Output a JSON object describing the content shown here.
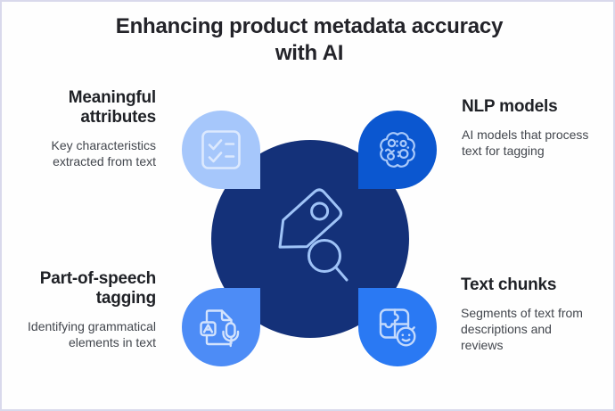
{
  "title": {
    "full": "Enhancing product metadata accuracy with AI",
    "line1": "Enhancing product metadata accuracy",
    "line2": "with AI"
  },
  "center": {
    "icon": "tag-search-icon",
    "background": "#143179"
  },
  "items": [
    {
      "position": "top-left",
      "heading": "Meaningful attributes",
      "description": "Key characteristics extracted from text",
      "icon": "checklist-icon",
      "shape_color": "#a6c7fb",
      "icon_stroke": "#dce9fe"
    },
    {
      "position": "top-right",
      "heading": "NLP models",
      "description": "AI models that process text for tagging",
      "icon": "neural-network-icon",
      "shape_color": "#0b57d0",
      "icon_stroke": "#a9c9fa"
    },
    {
      "position": "bottom-left",
      "heading": "Part-of-speech tagging",
      "description": "Identifying grammatical elements in text",
      "icon": "document-voice-icon",
      "shape_color": "#4d8cf6",
      "icon_stroke": "#d3e3fd"
    },
    {
      "position": "bottom-right",
      "heading": "Text chunks",
      "description": "Segments of text from descriptions and reviews",
      "icon": "puzzle-smiley-icon",
      "shape_color": "#2a79f3",
      "icon_stroke": "#c2d9fc"
    }
  ],
  "colors": {
    "canvas_background": "#fefefe",
    "border": "#d9d9ec",
    "title_text": "#232329",
    "heading_text": "#1f2126",
    "body_text": "#42464d",
    "center_circle": "#143179",
    "center_icon_stroke": "#9fc3f7"
  }
}
